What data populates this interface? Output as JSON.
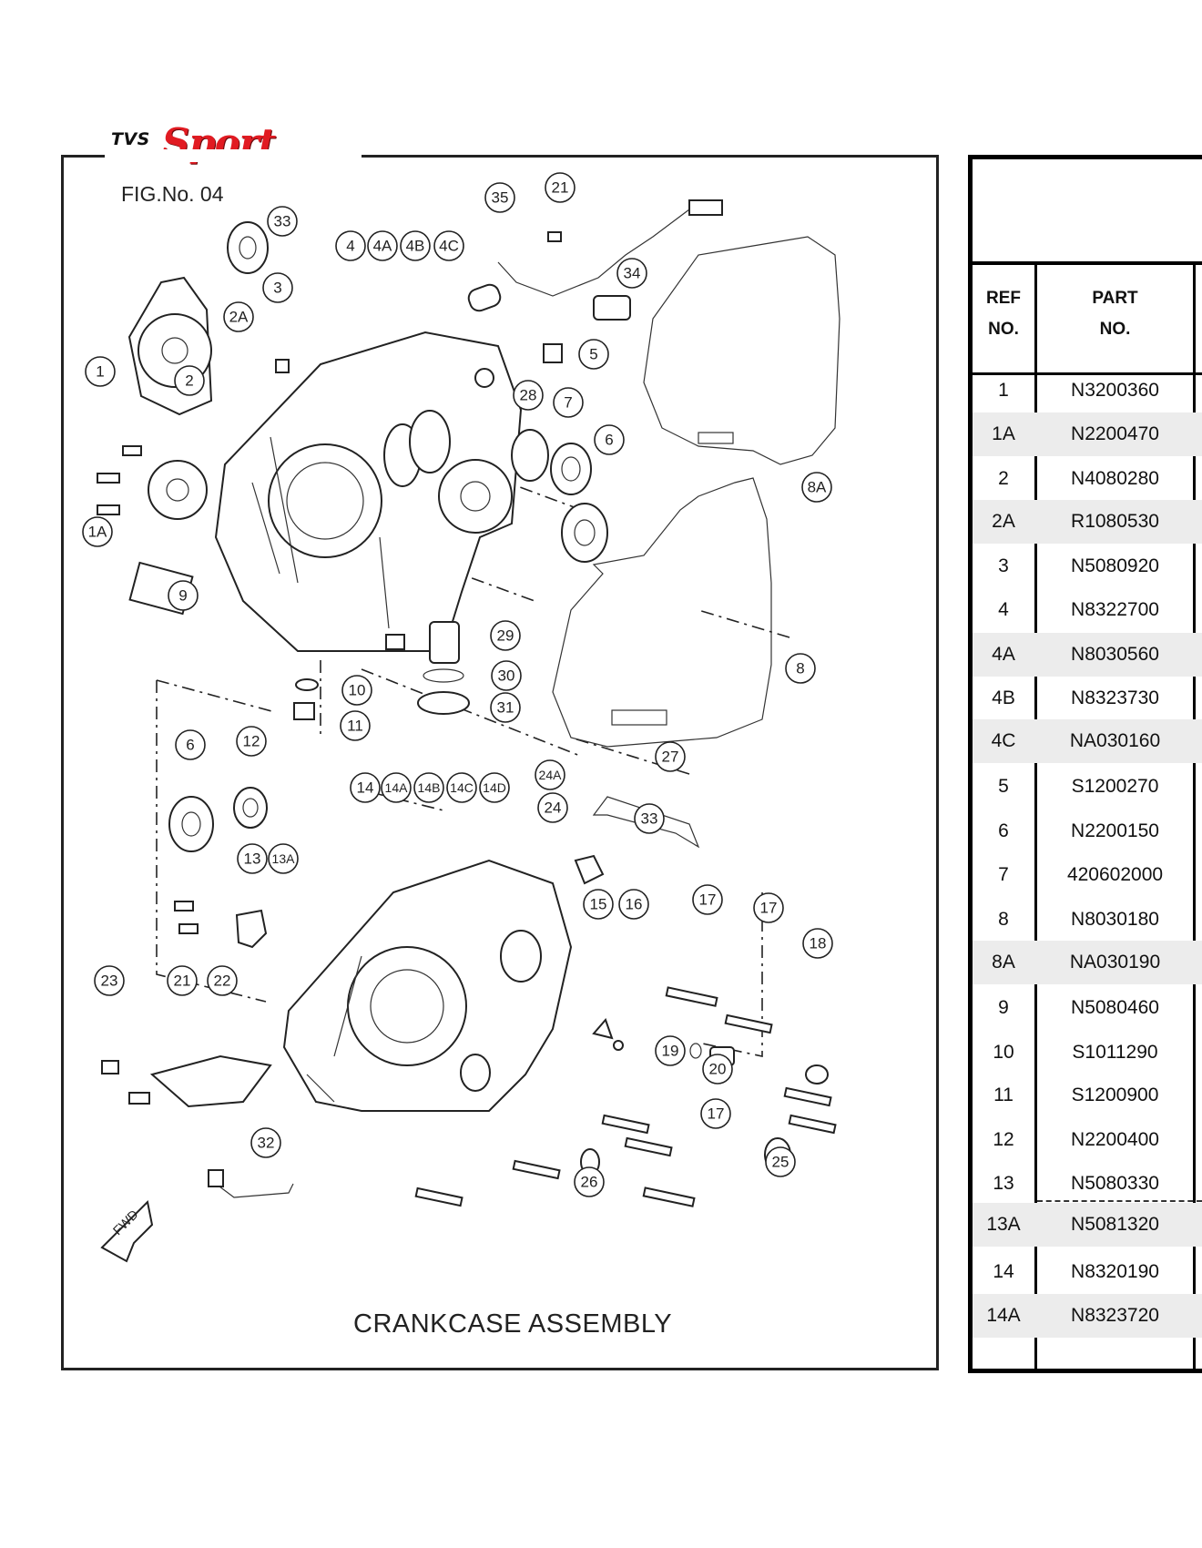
{
  "brand": {
    "prefix": "TVS",
    "name": "Sport"
  },
  "figure": {
    "number_label": "FIG.No. 04",
    "title": "CRANKCASE ASSEMBLY",
    "fwd_label": "FWD"
  },
  "callouts": [
    "33",
    "2A",
    "1",
    "2",
    "1A",
    "9",
    "3",
    "4",
    "4A",
    "4B",
    "4C",
    "35",
    "21",
    "34",
    "5",
    "28",
    "7",
    "6",
    "8A",
    "8",
    "29",
    "30",
    "31",
    "10",
    "11",
    "6",
    "12",
    "13",
    "13A",
    "14",
    "14A",
    "14B",
    "14C",
    "14D",
    "24A",
    "24",
    "27",
    "33",
    "15",
    "16",
    "17",
    "17",
    "18",
    "19",
    "20",
    "17",
    "25",
    "26",
    "23",
    "21",
    "22",
    "32"
  ],
  "table": {
    "headers": {
      "ref_line1": "REF",
      "ref_line2": "NO.",
      "part_line1": "PART",
      "part_line2": "NO."
    },
    "rows": [
      {
        "ref": "1",
        "part": "N3200360"
      },
      {
        "ref": "1A",
        "part": "N2200470"
      },
      {
        "ref": "2",
        "part": "N4080280"
      },
      {
        "ref": "2A",
        "part": "R1080530"
      },
      {
        "ref": "3",
        "part": "N5080920"
      },
      {
        "ref": "4",
        "part": "N8322700"
      },
      {
        "ref": "4A",
        "part": "N8030560"
      },
      {
        "ref": "4B",
        "part": "N8323730"
      },
      {
        "ref": "4C",
        "part": "NA030160"
      },
      {
        "ref": "5",
        "part": "S1200270"
      },
      {
        "ref": "6",
        "part": "N2200150"
      },
      {
        "ref": "7",
        "part": "420602000"
      },
      {
        "ref": "8",
        "part": "N8030180"
      },
      {
        "ref": "8A",
        "part": "NA030190"
      },
      {
        "ref": "9",
        "part": "N5080460"
      },
      {
        "ref": "10",
        "part": "S1011290"
      },
      {
        "ref": "11",
        "part": "S1200900"
      },
      {
        "ref": "12",
        "part": "N2200400"
      },
      {
        "ref": "13",
        "part": "N5080330"
      },
      {
        "ref": "13A",
        "part": "N5081320"
      },
      {
        "ref": "14",
        "part": "N8320190"
      },
      {
        "ref": "14A",
        "part": "N8323720"
      }
    ]
  }
}
